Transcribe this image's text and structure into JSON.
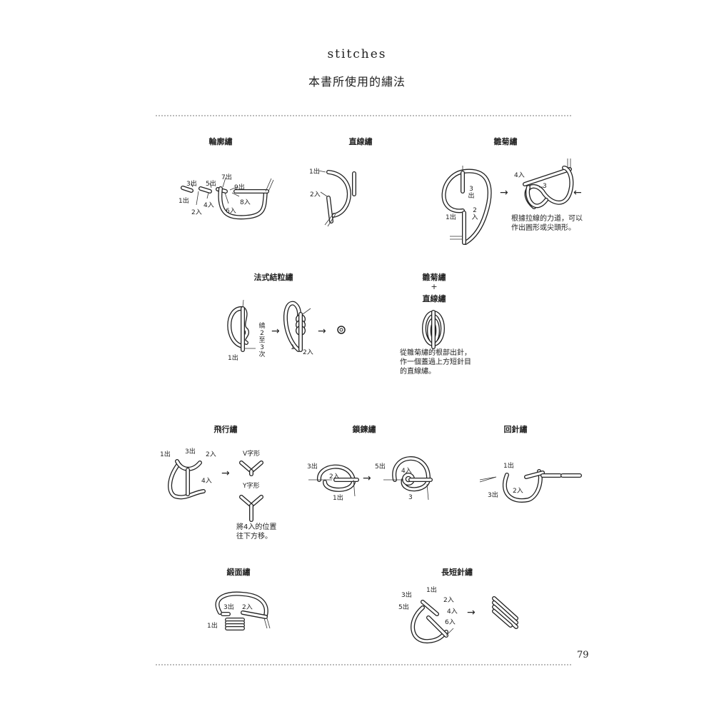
{
  "header": {
    "title_en": "stitches",
    "title_zh": "本書所使用的繡法"
  },
  "page_number": "79",
  "stitches": {
    "outline": {
      "title": "輪廓繡",
      "labels": [
        "1出",
        "2入",
        "3出",
        "4入",
        "5出",
        "6入",
        "7出",
        "8入",
        "9出"
      ]
    },
    "straight": {
      "title": "直線繡",
      "labels": [
        "1出",
        "2入"
      ]
    },
    "lazy_daisy": {
      "title": "雛菊繡",
      "labels": [
        "1出",
        "2入",
        "3出",
        "4入",
        "3"
      ],
      "note": [
        "根據拉線的力道，可以",
        "作出圓形或尖頭形。"
      ]
    },
    "french_knot": {
      "title": "法式結粒繡",
      "labels": [
        "1出",
        "繞2至3次",
        "1",
        "2入"
      ]
    },
    "daisy_straight": {
      "title_1": "雛菊繡",
      "plus": "+",
      "title_2": "直線繡",
      "note": [
        "從雛菊繡的根部出針，",
        "作一個蓋過上方短針目",
        "的直線繡。"
      ]
    },
    "fly": {
      "title": "飛行繡",
      "labels": [
        "1出",
        "3出",
        "2入",
        "4入"
      ],
      "v_shape": "V字形",
      "y_shape": "Y字形",
      "note": [
        "將4入的位置",
        "往下方移。"
      ]
    },
    "chain": {
      "title": "鎖鍊繡",
      "labels": [
        "3出",
        "2入",
        "1出",
        "5出",
        "4入",
        "3"
      ]
    },
    "back": {
      "title": "回針繡",
      "labels": [
        "1出",
        "2入",
        "3出"
      ]
    },
    "satin": {
      "title": "緞面繡",
      "labels": [
        "3出",
        "2入",
        "1出"
      ]
    },
    "long_short": {
      "title": "長短針繡",
      "labels": [
        "1出",
        "3出",
        "2入",
        "5出",
        "4入",
        "6入"
      ]
    }
  },
  "arrow": "→",
  "arrow_left": "←"
}
